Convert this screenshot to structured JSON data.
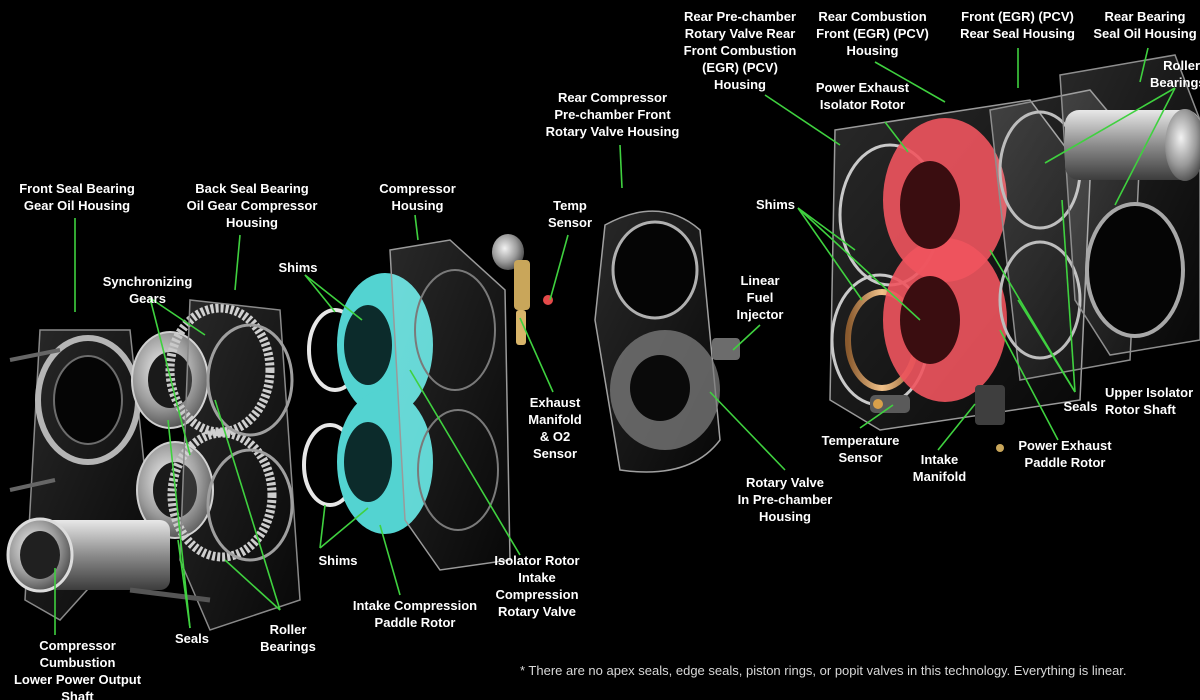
{
  "colors": {
    "background": "#000000",
    "leader": "#3fd13f",
    "label": "#ffffff",
    "compressor_rotor": "#53d3d1",
    "power_rotor": "#f0545e"
  },
  "labels": {
    "front_seal_bearing_gear_oil_housing": "Front Seal Bearing\nGear Oil Housing",
    "back_seal_bearing_oil_gear_compressor_housing": "Back Seal Bearing\nOil Gear Compressor\nHousing",
    "compressor_housing": "Compressor\nHousing",
    "synchronizing_gears": "Synchronizing\nGears",
    "shims_top_left": "Shims",
    "shims_bottom_left": "Shims",
    "compressor_cumbustion_lower_power_output_shaft": "Compressor Cumbustion\nLower Power Output\nShaft",
    "seals_left": "Seals",
    "roller_bearings_left": "Roller\nBearings",
    "intake_compression_paddle_rotor": "Intake Compression\nPaddle Rotor",
    "isolator_rotor_intake_compression_rotary_valve": "Isolator Rotor\nIntake\nCompression\nRotary Valve",
    "temp_sensor": "Temp\nSensor",
    "exhaust_manifold_o2_sensor": "Exhaust\nManifold\n& O2\nSensor",
    "rear_compressor_prechamber_front_rotary_valve_housing": "Rear Compressor\nPre-chamber Front\nRotary Valve Housing",
    "linear_fuel_injector": "Linear\nFuel\nInjector",
    "rotary_valve_in_prechamber_housing": "Rotary Valve\nIn Pre-chamber\nHousing",
    "rear_prechamber_rotary_valve_rear_front_combustion_housing": "Rear Pre-chamber\nRotary Valve Rear\nFront Combustion\n(EGR) (PCV)\nHousing",
    "rear_combustion_front_housing": "Rear Combustion\nFront (EGR) (PCV)\nHousing",
    "front_egr_pcv_rear_seal_housing": "Front (EGR) (PCV)\nRear Seal Housing",
    "rear_bearing_seal_oil_housing": "Rear Bearing\nSeal Oil Housing",
    "roller_bearings_right": "Roller\nBearings",
    "power_exhaust_isolator_rotor": "Power Exhaust\nIsolator Rotor",
    "shims_right": "Shims",
    "seals_right": "Seals",
    "upper_isolator_rotor_shaft": "Upper Isolator\nRotor Shaft",
    "temperature_sensor": "Temperature\nSensor",
    "intake_manifold": "Intake\nManifold",
    "power_exhaust_paddle_rotor": "Power Exhaust\nPaddle Rotor"
  },
  "footnote": "* There are no apex seals, edge seals, piston rings, or popit valves in this technology. Everything is linear."
}
